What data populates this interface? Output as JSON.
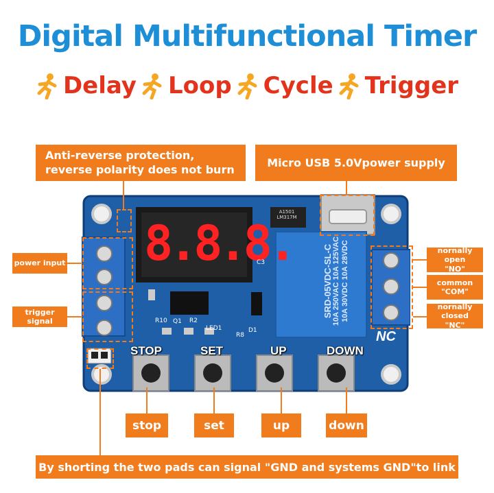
{
  "header": {
    "title": "Digital Multifunctional Timer",
    "modes": [
      "Delay",
      "Loop",
      "Cycle",
      "Trigger"
    ]
  },
  "callouts": {
    "anti_reverse": [
      "Anti-reverse protection,",
      "reverse polarity does not burn"
    ],
    "usb": "Micro USB 5.0Vpower supply",
    "power_input": "power input",
    "trigger_signal": "trigger signal",
    "no_label": [
      "nornally open",
      "\"NO\""
    ],
    "com_label": [
      "common",
      "\"COM\""
    ],
    "nc_label": [
      "nornally closed",
      "\"NC\""
    ],
    "stop": "stop",
    "set": "set",
    "up": "up",
    "down": "down",
    "bottom_note": "By shorting the two pads can signal \"GND and systems GND\"to link"
  },
  "board": {
    "display_digits": "8.8.8.",
    "button_labels": [
      "STOP",
      "SET",
      "UP",
      "DOWN"
    ],
    "relay_model": "SRD-05VDC-SL-C",
    "relay_rating_1": "10A 250VAC 10A 125VAC",
    "relay_rating_2": "10A 30VDC 10A 28VDC",
    "nc_text": "NC",
    "ic_text": "A1501 LM317M",
    "silk": [
      "R10",
      "Q1",
      "R2",
      "LED1",
      "D1",
      "R8",
      "C3"
    ]
  },
  "colors": {
    "accent_blue": "#1e8fd6",
    "accent_red": "#e2341d",
    "callout_orange": "#f07c1e",
    "pcb_blue": "#1f5fa8",
    "relay_blue": "#2f7ad1"
  }
}
